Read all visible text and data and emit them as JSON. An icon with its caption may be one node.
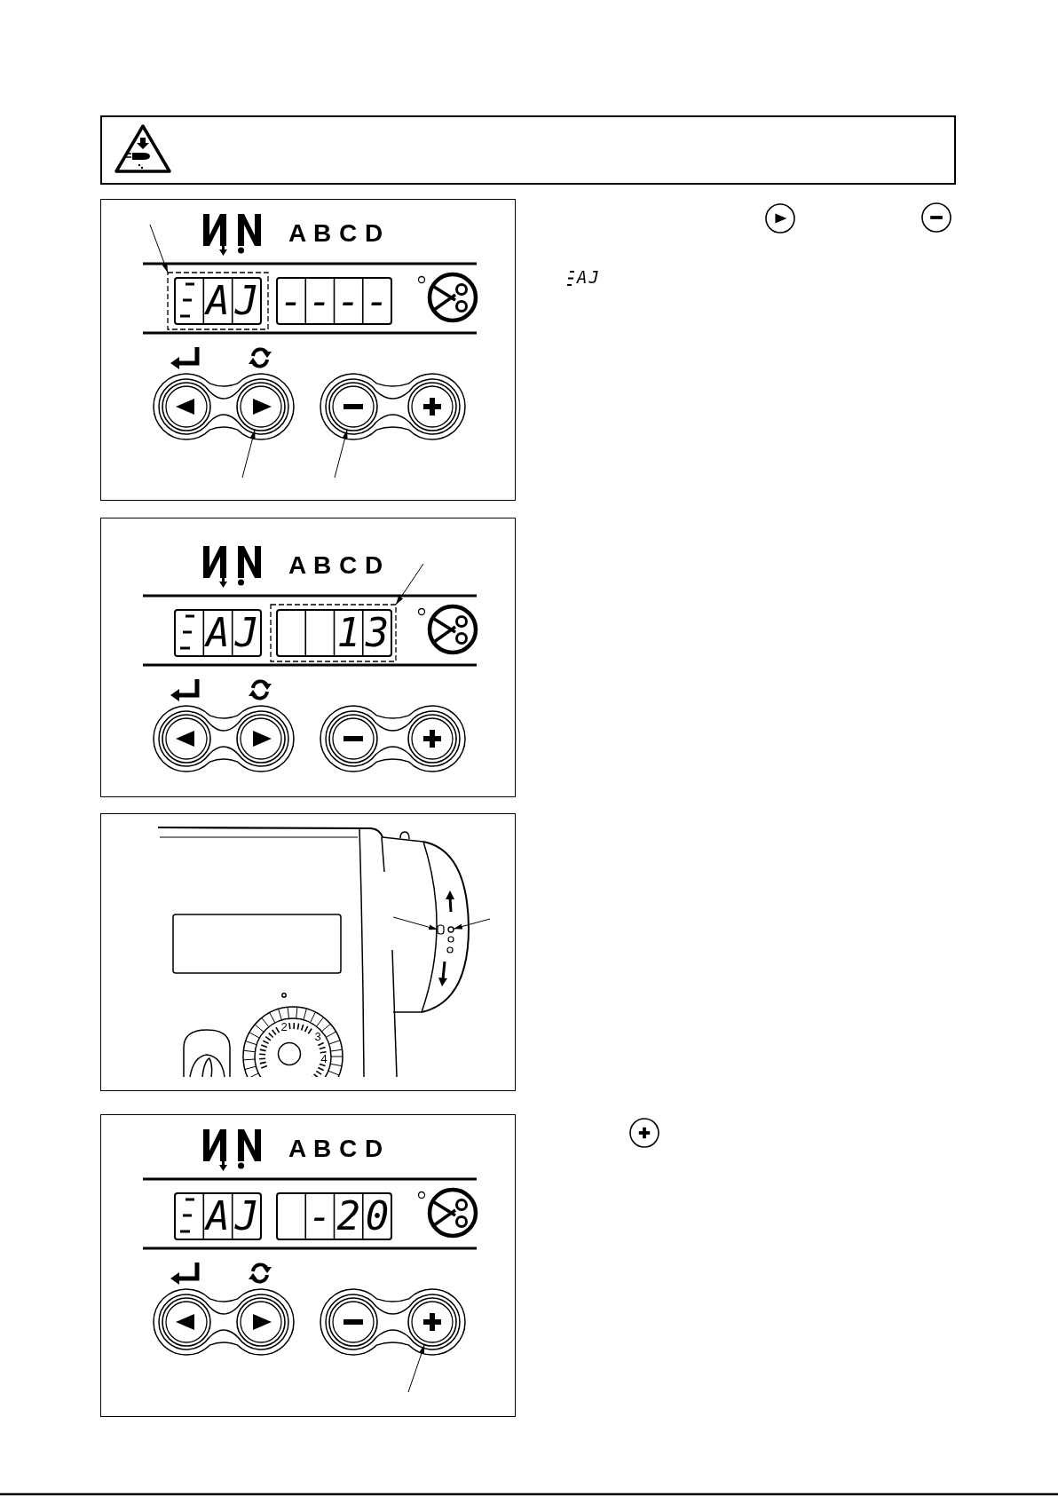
{
  "diagram": {
    "nodes": [
      {
        "text": [],
        "shape": "box"
      },
      {
        "text": [],
        "shape": "circle"
      },
      {
        "text": [],
        "shape": "circle"
      },
      {
        "text": [],
        "shape": "box"
      },
      {
        "text": [],
        "shape": "box"
      },
      {
        "text": [],
        "shape": "circle"
      },
      {
        "text": [],
        "shape": "circle"
      }
    ],
    "edges": [
      {
        "from": null,
        "to": 0,
        "arrow": "to"
      },
      {
        "from": null,
        "to": 1,
        "arrow": "to"
      },
      {
        "from": null,
        "to": 2,
        "arrow": "to"
      },
      {
        "from": null,
        "to": 3,
        "arrow": "to"
      },
      {
        "from": null,
        "to": 4,
        "arrow": "to"
      },
      {
        "from": null,
        "to": 5,
        "arrow": "to"
      },
      {
        "from": null,
        "to": 6,
        "arrow": "to"
      }
    ],
    "labels": [
      "A B C D",
      "A",
      "J",
      "-",
      "-",
      "-",
      "-",
      "AJ",
      "A B C D",
      "A",
      "J",
      "1",
      "3",
      "2",
      "3",
      "4",
      "A B C D",
      "A",
      "J",
      "-",
      "2",
      "0"
    ]
  }
}
